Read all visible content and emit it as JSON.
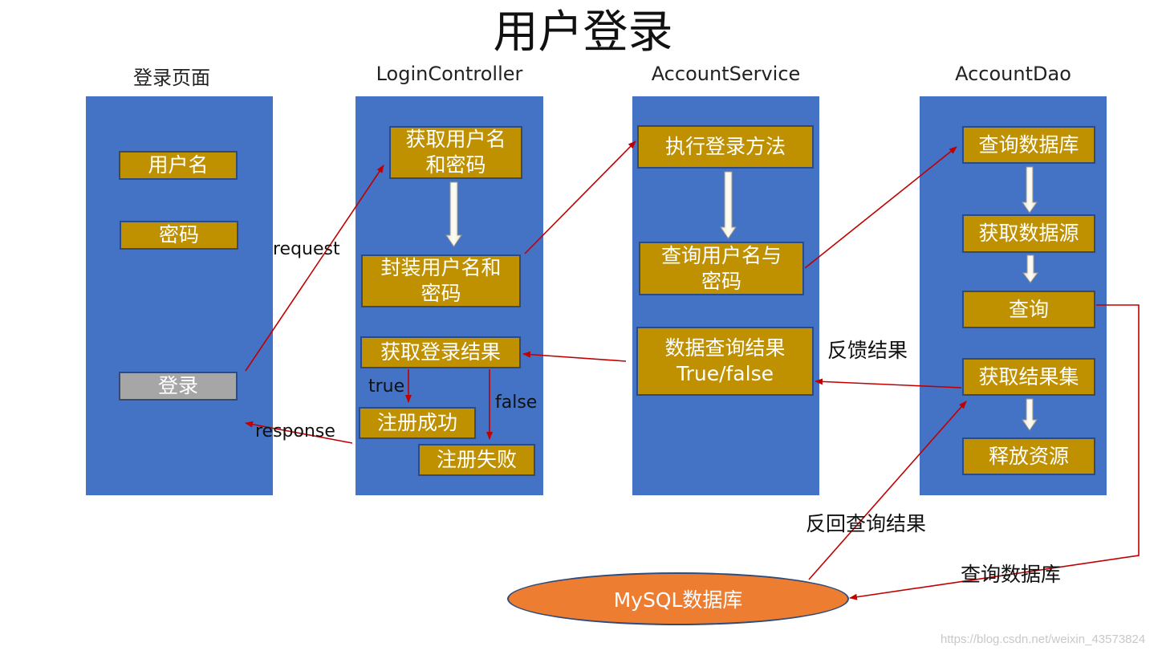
{
  "title": "用户登录",
  "columns": {
    "login_page": {
      "heading": "登录页面",
      "username": "用户名",
      "password": "密码",
      "login_button": "登录"
    },
    "controller": {
      "heading": "LoginController",
      "get_credentials": "获取用户名\n和密码",
      "wrap_credentials": "封装用户名和\n密码",
      "get_result": "获取登录结果",
      "success": "注册成功",
      "fail": "注册失败"
    },
    "service": {
      "heading": "AccountService",
      "execute_login": "执行登录方法",
      "query_user": "查询用户名与\n密码",
      "query_result": "数据查询结果\nTrue/false"
    },
    "dao": {
      "heading": "AccountDao",
      "query_db": "查询数据库",
      "get_datasource": "获取数据源",
      "query": "查询",
      "get_resultset": "获取结果集",
      "release": "释放资源"
    }
  },
  "labels": {
    "request": "request",
    "response": "response",
    "true": "true",
    "false": "false",
    "feedback": "反馈结果",
    "return_query": "反回查询结果",
    "query_database": "查询数据库"
  },
  "database": "MySQL数据库",
  "watermark": "https://blog.csdn.net/weixin_43573824",
  "colors": {
    "panel": "#4472c4",
    "box": "#bf9000",
    "button_gray": "#a6a6a6",
    "database": "#ed7d31",
    "arrow": "#c00000"
  }
}
